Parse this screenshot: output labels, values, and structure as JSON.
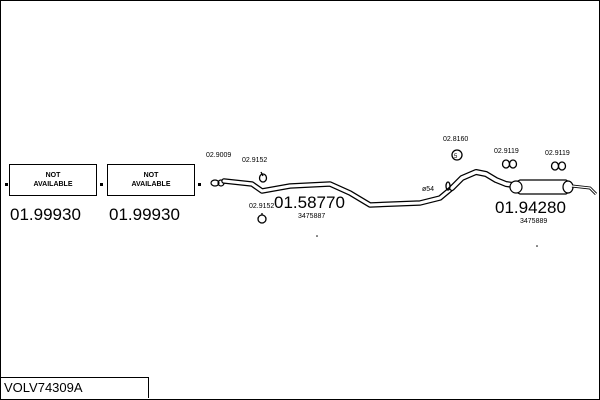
{
  "title": "VOLV74309A",
  "not_available": {
    "left_label": "NOT\nAVAILABLE",
    "right_label": "NOT\nAVAILABLE",
    "left_number": "01.99930",
    "right_number": "01.99930"
  },
  "middle_part": {
    "number": "01.58770",
    "oem": "3475887"
  },
  "rear_part": {
    "number": "01.94280",
    "oem": "3475889"
  },
  "fittings": {
    "f1": "02.9009",
    "f2": "02.9152",
    "f3": "02.9152",
    "f4": "02.8160",
    "f5": "02.9119",
    "f6": "02.9119",
    "pipe_size": "ø54"
  }
}
